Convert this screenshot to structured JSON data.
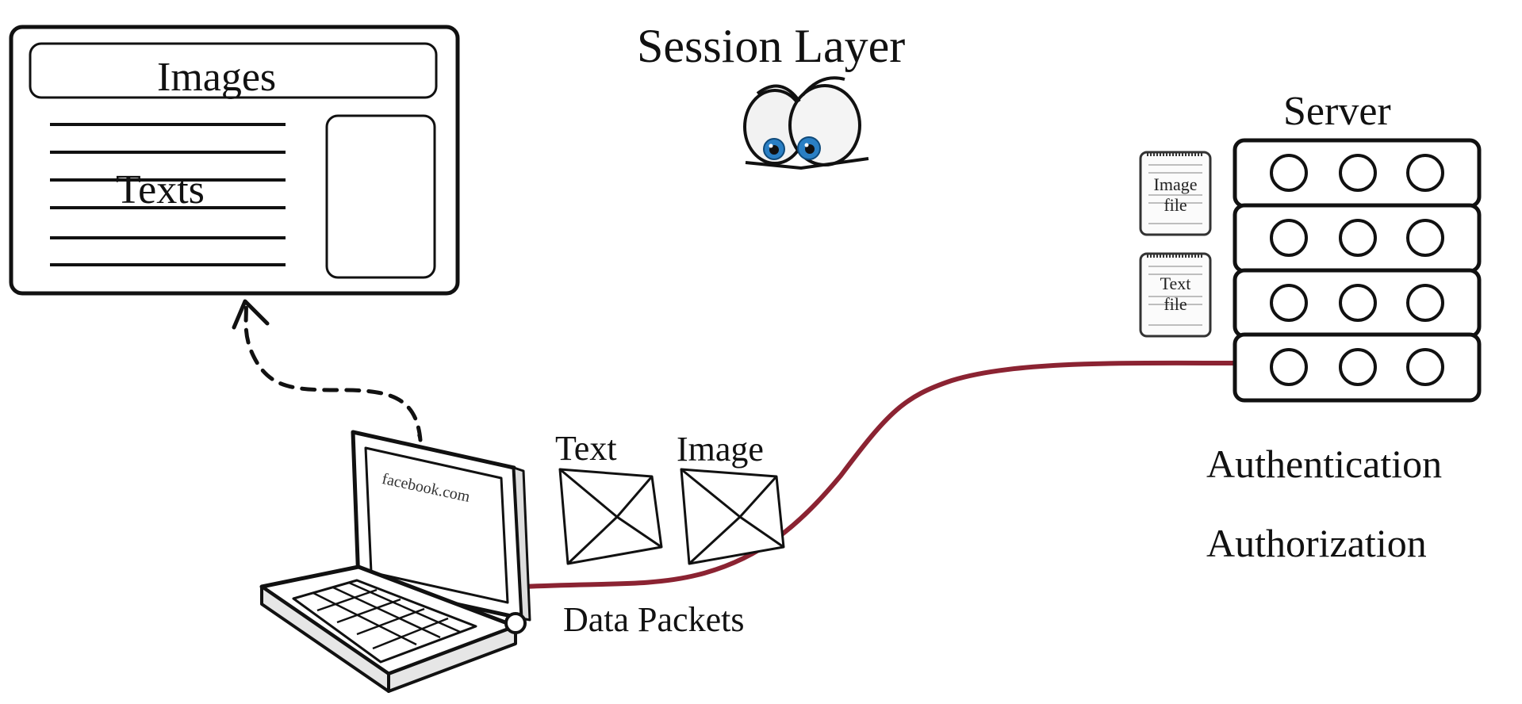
{
  "diagram": {
    "title": "Session Layer",
    "webpage": {
      "header_label": "Images",
      "body_label": "Texts"
    },
    "laptop": {
      "screen_text": "facebook.com"
    },
    "packets": {
      "items": [
        {
          "label": "Text"
        },
        {
          "label": "Image"
        }
      ],
      "caption": "Data Packets"
    },
    "server": {
      "title": "Server",
      "files": [
        {
          "line1": "Image",
          "line2": "file"
        },
        {
          "line1": "Text",
          "line2": "file"
        }
      ],
      "functions": [
        "Authentication",
        "Authorization"
      ]
    },
    "colors": {
      "cable": "#8b2332",
      "ink": "#111111",
      "eye_iris": "#2a7fc4"
    }
  }
}
